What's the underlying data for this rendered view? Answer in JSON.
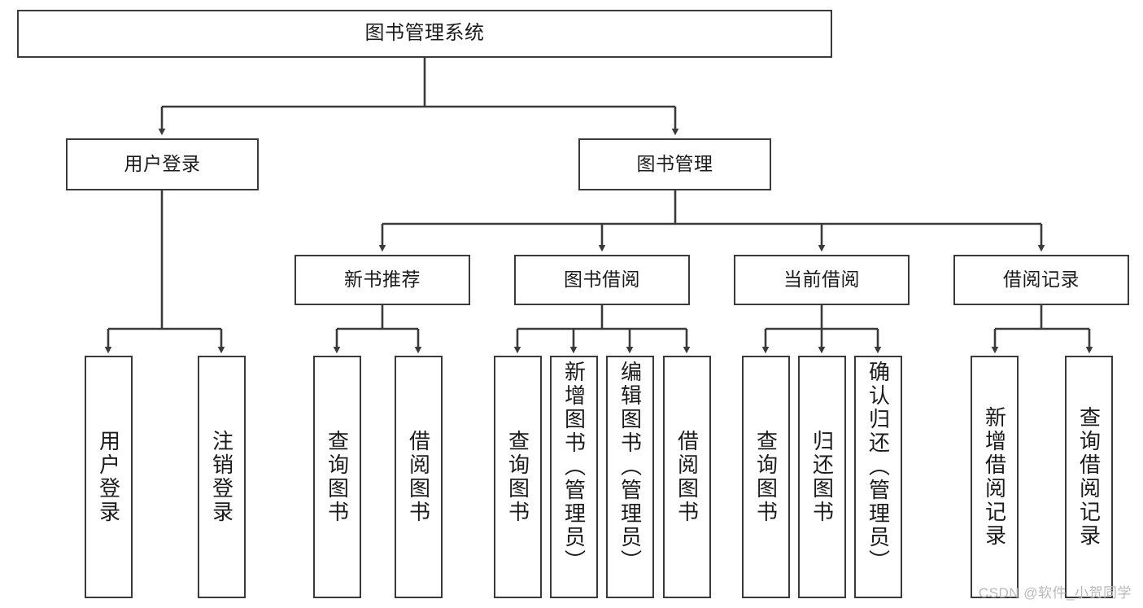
{
  "diagram": {
    "title": "图书管理系统",
    "type": "functional-structure-tree",
    "watermark": "CSDN @软件_小贺同学",
    "line_color": "#3a3a3a",
    "box_fill": "#ffffff",
    "text_color": "#1b1b1b",
    "watermark_color": "#b9b9b9"
  },
  "nodes": {
    "root": {
      "label": "图书管理系统"
    },
    "level2": [
      {
        "label": "用户登录"
      },
      {
        "label": "图书管理"
      }
    ],
    "level3": [
      {
        "label": "新书推荐"
      },
      {
        "label": "图书借阅"
      },
      {
        "label": "当前借阅"
      },
      {
        "label": "借阅记录"
      }
    ],
    "leaves": {
      "user_login": [
        {
          "label": "用户登录"
        },
        {
          "label": "注销登录"
        }
      ],
      "new_book": [
        {
          "label": "查询图书"
        },
        {
          "label": "借阅图书"
        }
      ],
      "book_borrow": [
        {
          "label": "查询图书"
        },
        {
          "label": "新增图书（管理员）"
        },
        {
          "label": "编辑图书（管理员）"
        },
        {
          "label": "借阅图书"
        }
      ],
      "current_borrow": [
        {
          "label": "查询图书"
        },
        {
          "label": "归还图书"
        },
        {
          "label": "确认归还（管理员）"
        }
      ],
      "borrow_record": [
        {
          "label": "新增借阅记录"
        },
        {
          "label": "查询借阅记录"
        }
      ]
    }
  }
}
